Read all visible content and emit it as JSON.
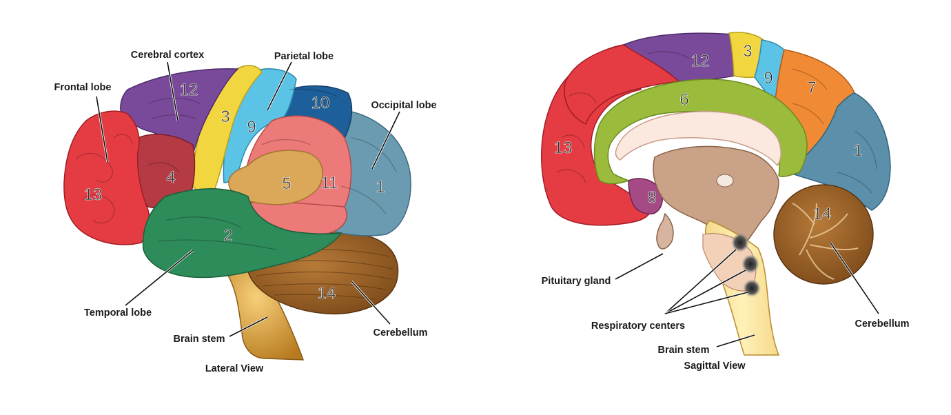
{
  "lateral": {
    "caption": "Lateral View",
    "labels": {
      "frontal": "Frontal lobe",
      "cortex": "Cerebral cortex",
      "parietal": "Parietal lobe",
      "occipital": "Occipital lobe",
      "temporal": "Temporal lobe",
      "brainstem": "Brain stem",
      "cerebellum": "Cerebellum"
    },
    "numbers": [
      "13",
      "12",
      "4",
      "3",
      "9",
      "10",
      "5",
      "11",
      "1",
      "2",
      "14"
    ]
  },
  "sagittal": {
    "caption": "Sagittal View",
    "labels": {
      "pituitary": "Pituitary gland",
      "respiratory": "Respiratory centers",
      "brainstem": "Brain stem",
      "cerebellum": "Cerebellum"
    },
    "numbers": [
      "12",
      "3",
      "9",
      "7",
      "6",
      "13",
      "1",
      "8",
      "14"
    ]
  },
  "region_colors": {
    "1": "#6b9bb0",
    "2": "#2e8b5a",
    "3": "#f2d640",
    "4": "#b43a44",
    "5": "#dba85a",
    "6": "#9bbb3c",
    "7": "#f08a34",
    "8": "#a64a86",
    "9": "#5bc3e6",
    "10": "#1d5f9a",
    "11": "#ec7a78",
    "12": "#7a4a9a",
    "13": "#e53c44",
    "14": "#9a6428"
  }
}
